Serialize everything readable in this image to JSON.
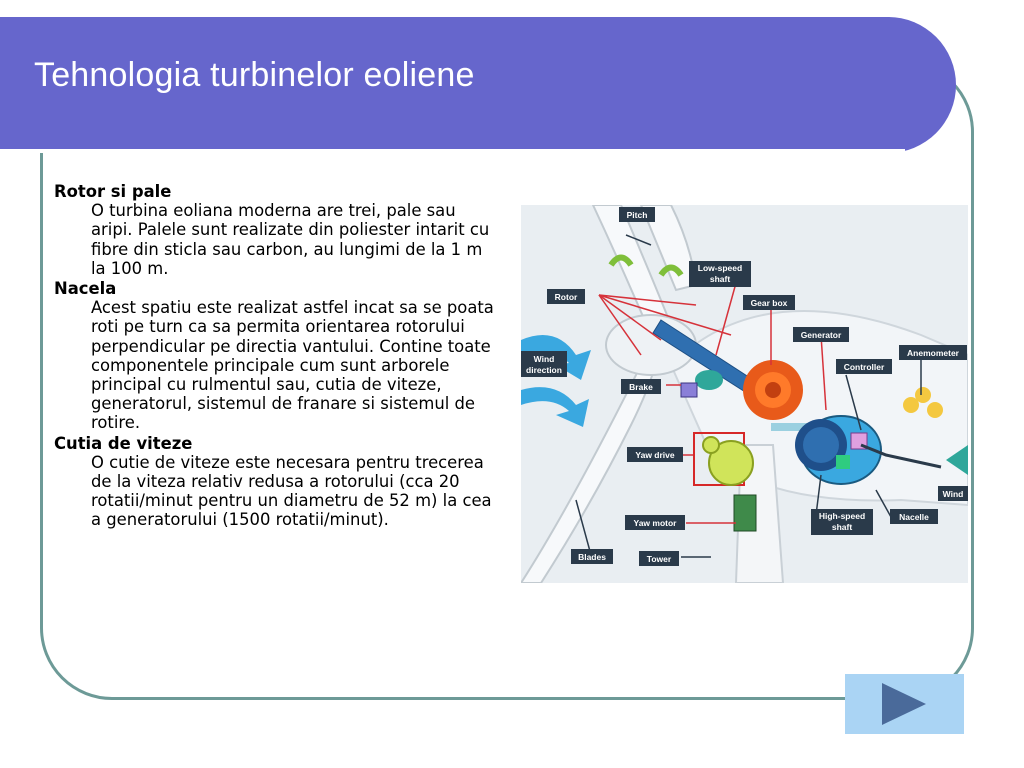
{
  "slide": {
    "title": "Tehnologia turbinelor eoliene"
  },
  "sections": [
    {
      "heading": "Rotor si pale",
      "body": "O turbina eoliana moderna are trei, pale sau aripi. Palele sunt realizate din poliester intarit cu fibre din sticla sau carbon, au lungimi de la 1 m la 100 m."
    },
    {
      "heading": "Nacela",
      "body": "Acest spatiu este realizat astfel incat sa se poata roti pe turn ca sa permita orientarea rotorului perpendicular pe directia vantului. Contine toate componentele principale cum sunt arborele principal cu rulmentul sau, cutia de viteze, generatorul, sistemul de franare si sistemul de rotire."
    },
    {
      "heading": "Cutia de viteze",
      "body": "O cutie de viteze este necesara pentru trecerea de la viteza relativ redusa a rotorului (cca 20 rotatii/minut pentru un diametru de 52 m) la cea a generatorului (1500 rotatii/minut)."
    }
  ],
  "diagram": {
    "labels": {
      "pitch": "Pitch",
      "low_speed_shaft_1": "Low-speed",
      "low_speed_shaft_2": "shaft",
      "rotor": "Rotor",
      "gear_box": "Gear box",
      "generator": "Generator",
      "anemometer": "Anemometer",
      "wind_direction_1": "Wind",
      "wind_direction_2": "direction",
      "controller": "Controller",
      "brake": "Brake",
      "yaw_drive": "Yaw drive",
      "wind_vane": "Wind",
      "yaw_motor": "Yaw motor",
      "high_speed_shaft_1": "High-speed",
      "high_speed_shaft_2": "shaft",
      "nacelle": "Nacelle",
      "blades": "Blades",
      "tower": "Tower"
    }
  },
  "navigation": {
    "next_icon": "play-triangle-icon",
    "button_color": "#aad4f4",
    "icon_color": "#4a6a9a"
  },
  "theme": {
    "title_bar_color": "#6666cc",
    "frame_border_color": "#6d9a97",
    "label_box_color": "#2a3a4a"
  }
}
